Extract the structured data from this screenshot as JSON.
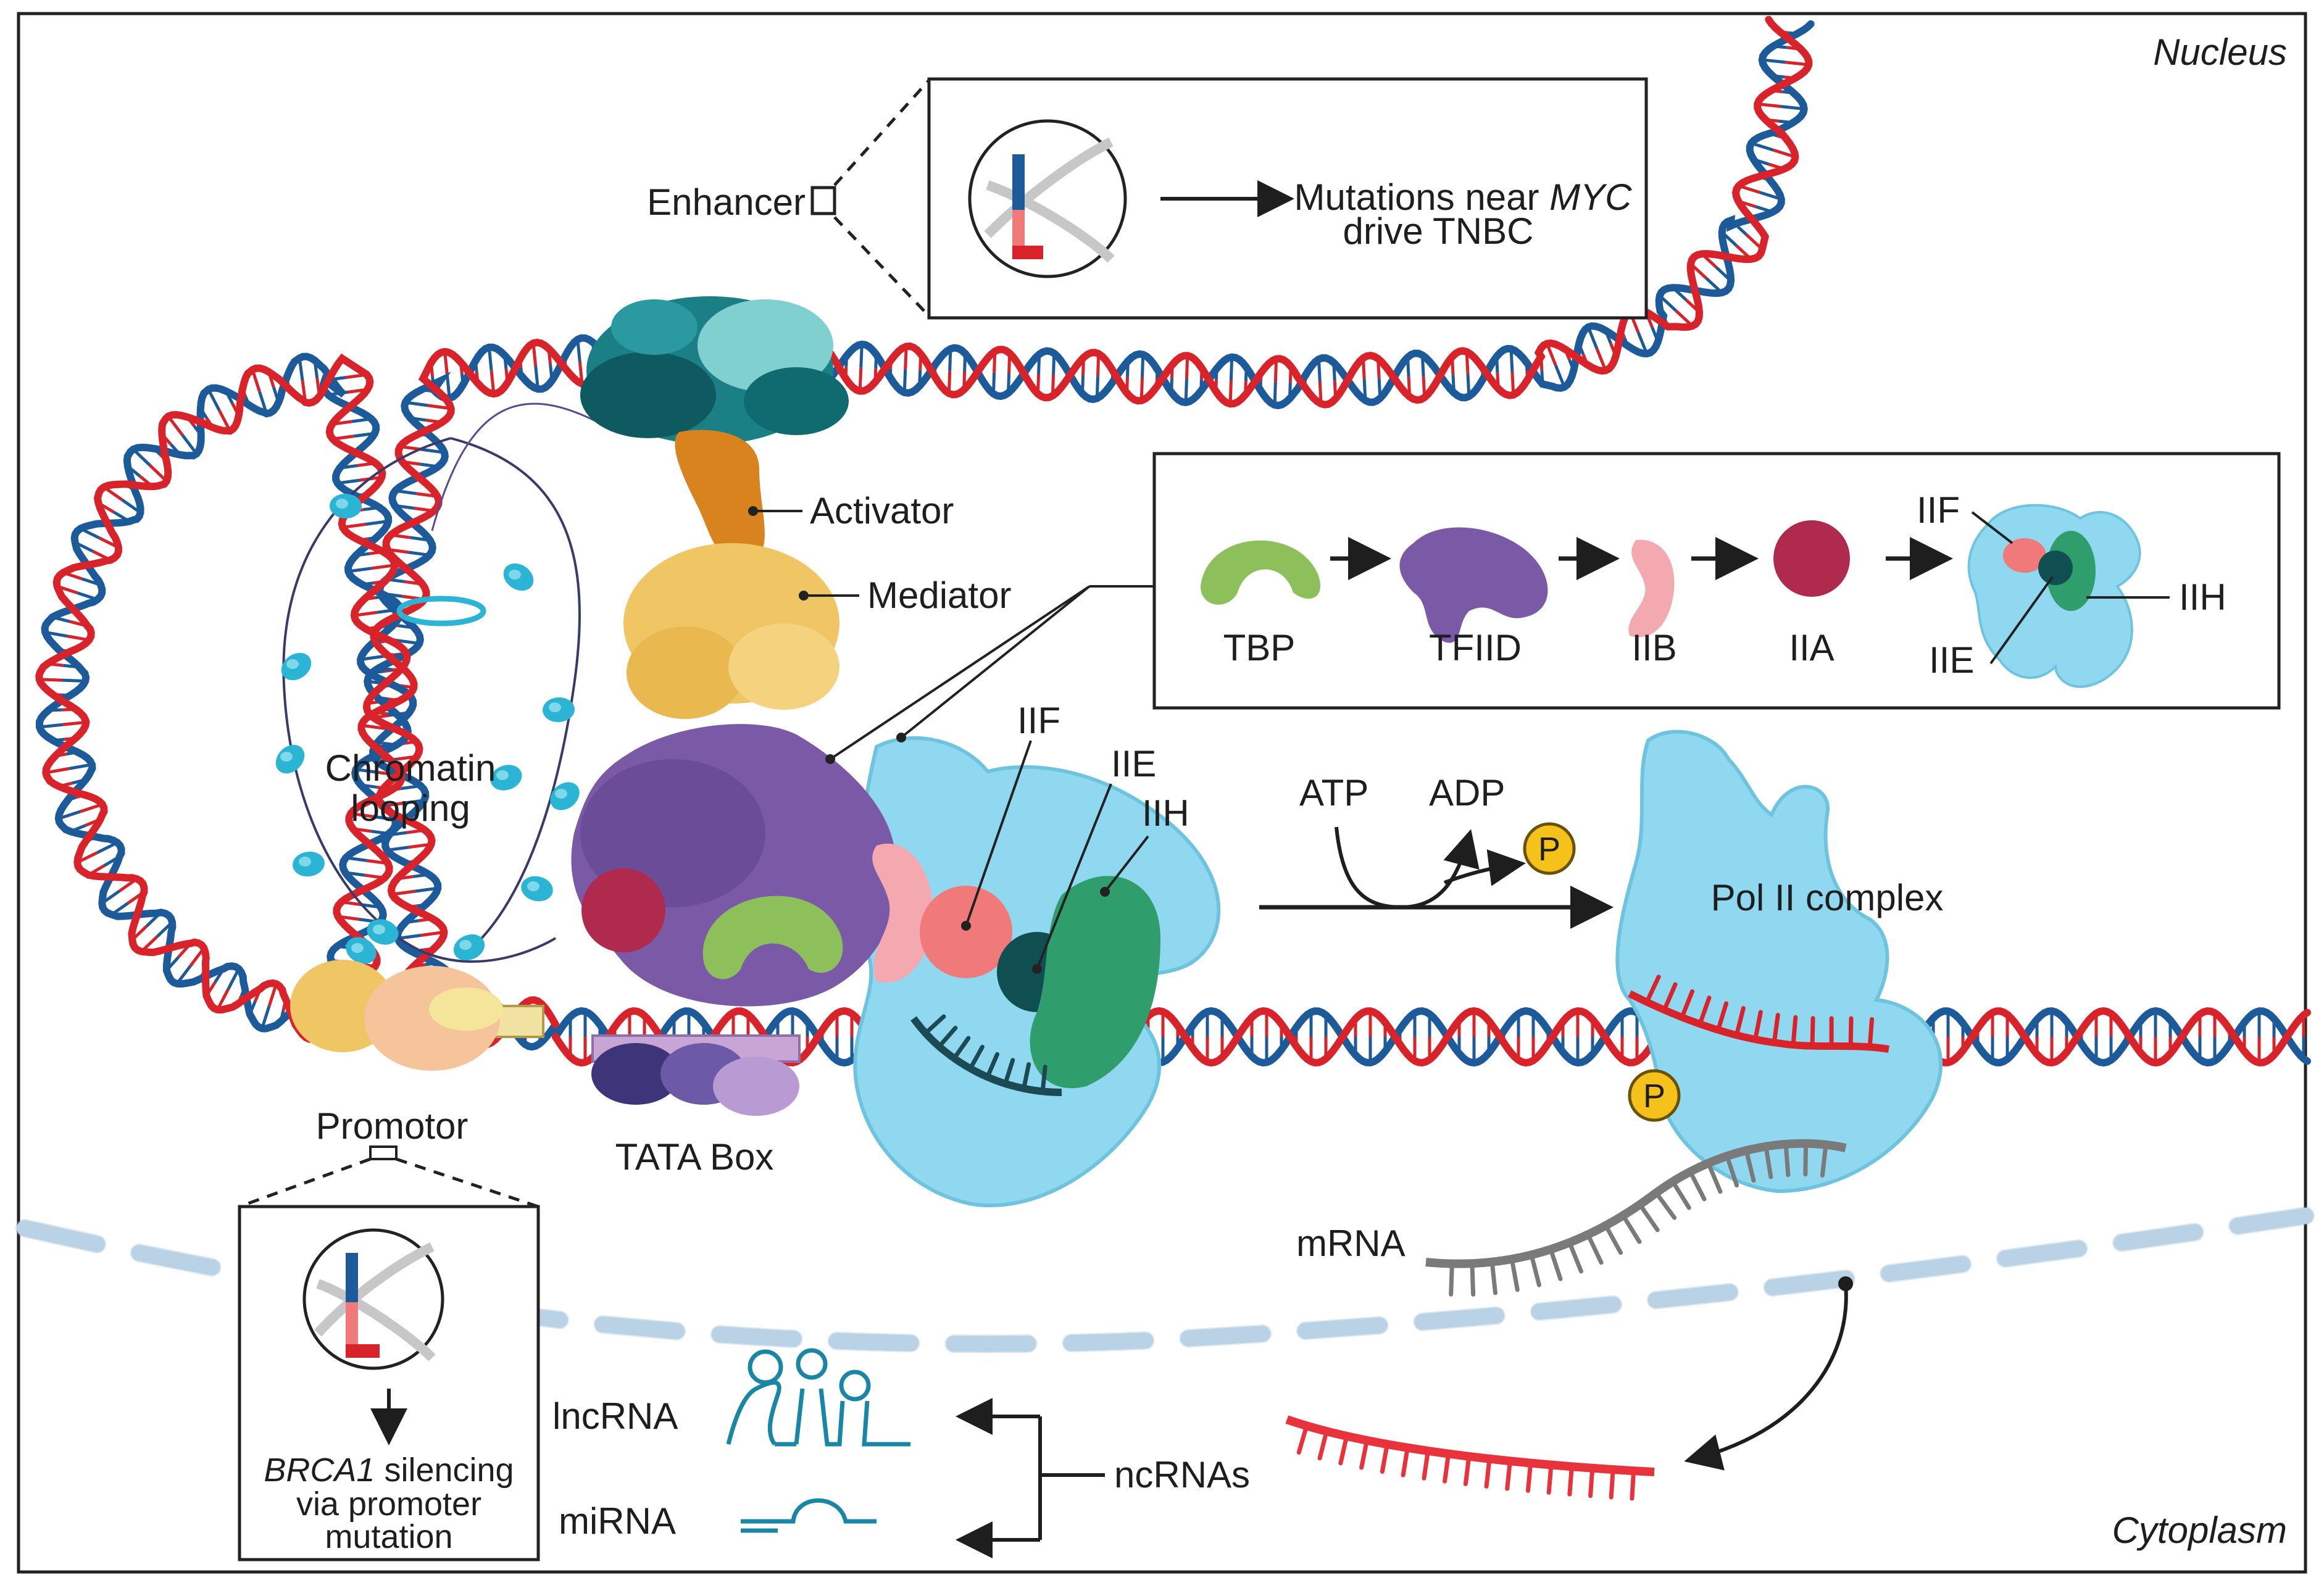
{
  "regions": {
    "nucleus": "Nucleus",
    "cytoplasm": "Cytoplasm"
  },
  "enhancer": {
    "label": "Enhancer",
    "callout_line1_prefix": "Mutations near ",
    "callout_line1_gene": "MYC",
    "callout_line2": "drive TNBC"
  },
  "proteins": {
    "activator": "Activator",
    "mediator": "Mediator"
  },
  "looping": {
    "line1": "Chromatin",
    "line2": "looping"
  },
  "sequence_inset": {
    "steps": [
      "TBP",
      "TFIID",
      "IIB",
      "IIA"
    ],
    "final_labels": {
      "iif": "IIF",
      "iih": "IIH",
      "iie": "IIE"
    }
  },
  "complex_labels": {
    "iif": "IIF",
    "iie": "IIE",
    "iih": "IIH"
  },
  "reaction": {
    "atp": "ATP",
    "adp": "ADP",
    "phosphate": "P"
  },
  "pol2": {
    "label": "Pol II complex",
    "phosphate": "P"
  },
  "promoter": {
    "label": "Promotor",
    "tata": "TATA Box",
    "callout_gene": "BRCA1",
    "callout_line1_suffix": " silencing",
    "callout_line2": "via promoter",
    "callout_line3": "mutation"
  },
  "rna": {
    "mrna": "mRNA",
    "lncrna": "lncRNA",
    "mirna": "miRNA",
    "ncrnas": "ncRNAs"
  },
  "colors": {
    "dna_red": "#d8232a",
    "dna_blue": "#1d5a9a",
    "pol2": "#8fd8ef",
    "tfiid": "#7a5aa6",
    "tbp": "#8dbf5a",
    "mediator": "#f0c665",
    "activator": "#d8831e",
    "enhancer_complex": "#1d8a8f",
    "iia": "#b02a4e",
    "iib": "#f4a9b1",
    "iif": "#f07a7a",
    "iie": "#0f4f52",
    "iih": "#2f9e6c",
    "phosphate": "#f4c21a",
    "rna_teal": "#1a86a6",
    "ncrna": "#e8323c"
  }
}
